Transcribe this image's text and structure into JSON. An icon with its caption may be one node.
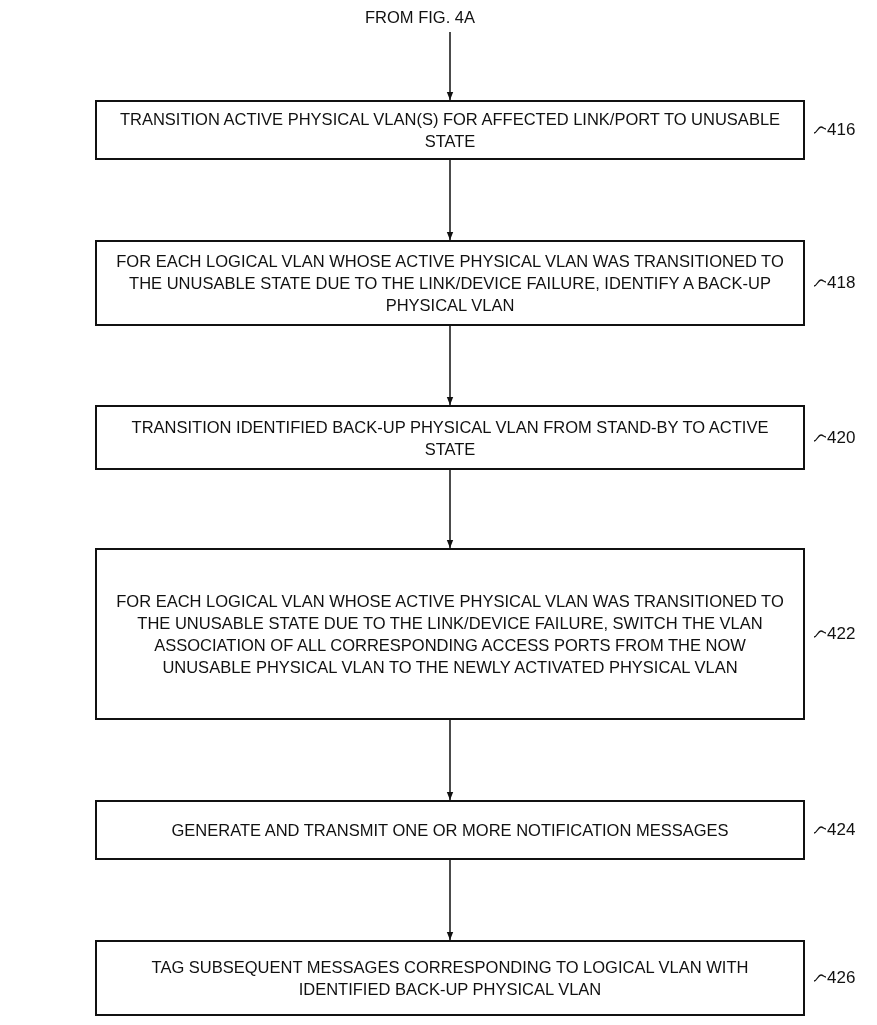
{
  "diagram": {
    "nodes": [
      {
        "text": [
          "FROM FIG. 4A"
        ]
      },
      {
        "text": [
          "TRANSITION ACTIVE PHYSICAL VLAN(S) FOR AFFECTED LINK/PORT TO UNUSABLE STATE"
        ],
        "beside": [
          "416"
        ]
      },
      {
        "text": [
          "FOR EACH LOGICAL VLAN WHOSE ACTIVE PHYSICAL VLAN WAS TRANSITIONED TO THE UNUSABLE STATE DUE TO THE LINK/DEVICE FAILURE, IDENTIFY A BACK-UP PHYSICAL VLAN"
        ],
        "beside": [
          "418"
        ]
      },
      {
        "text": [
          "TRANSITION IDENTIFIED BACK-UP PHYSICAL VLAN FROM STAND-BY TO ACTIVE STATE"
        ],
        "beside": [
          "420"
        ]
      },
      {
        "text": [
          "FOR EACH LOGICAL VLAN WHOSE ACTIVE PHYSICAL VLAN WAS TRANSITIONED TO THE UNUSABLE STATE DUE TO THE LINK/DEVICE FAILURE, SWITCH THE VLAN ASSOCIATION OF ALL CORRESPONDING ACCESS PORTS FROM THE NOW UNUSABLE PHYSICAL VLAN TO THE NEWLY ACTIVATED PHYSICAL VLAN"
        ],
        "beside": [
          "422"
        ]
      },
      {
        "text": [
          "GENERATE AND TRANSMIT ONE OR MORE NOTIFICATION MESSAGES"
        ],
        "beside": [
          "424"
        ]
      },
      {
        "text": [
          "TAG SUBSEQUENT MESSAGES CORRESPONDING TO LOGICAL VLAN WITH IDENTIFIED BACK-UP PHYSICAL VLAN"
        ],
        "beside": [
          "426"
        ]
      }
    ],
    "edges": [
      {
        "from": 0,
        "to": 1,
        "arrow": "to"
      },
      {
        "from": 1,
        "to": 2,
        "arrow": "to"
      },
      {
        "from": 2,
        "to": 3,
        "arrow": "to"
      },
      {
        "from": 3,
        "to": 4,
        "arrow": "to"
      },
      {
        "from": 4,
        "to": 5,
        "arrow": "to"
      },
      {
        "from": 5,
        "to": 6,
        "arrow": "to"
      }
    ]
  }
}
